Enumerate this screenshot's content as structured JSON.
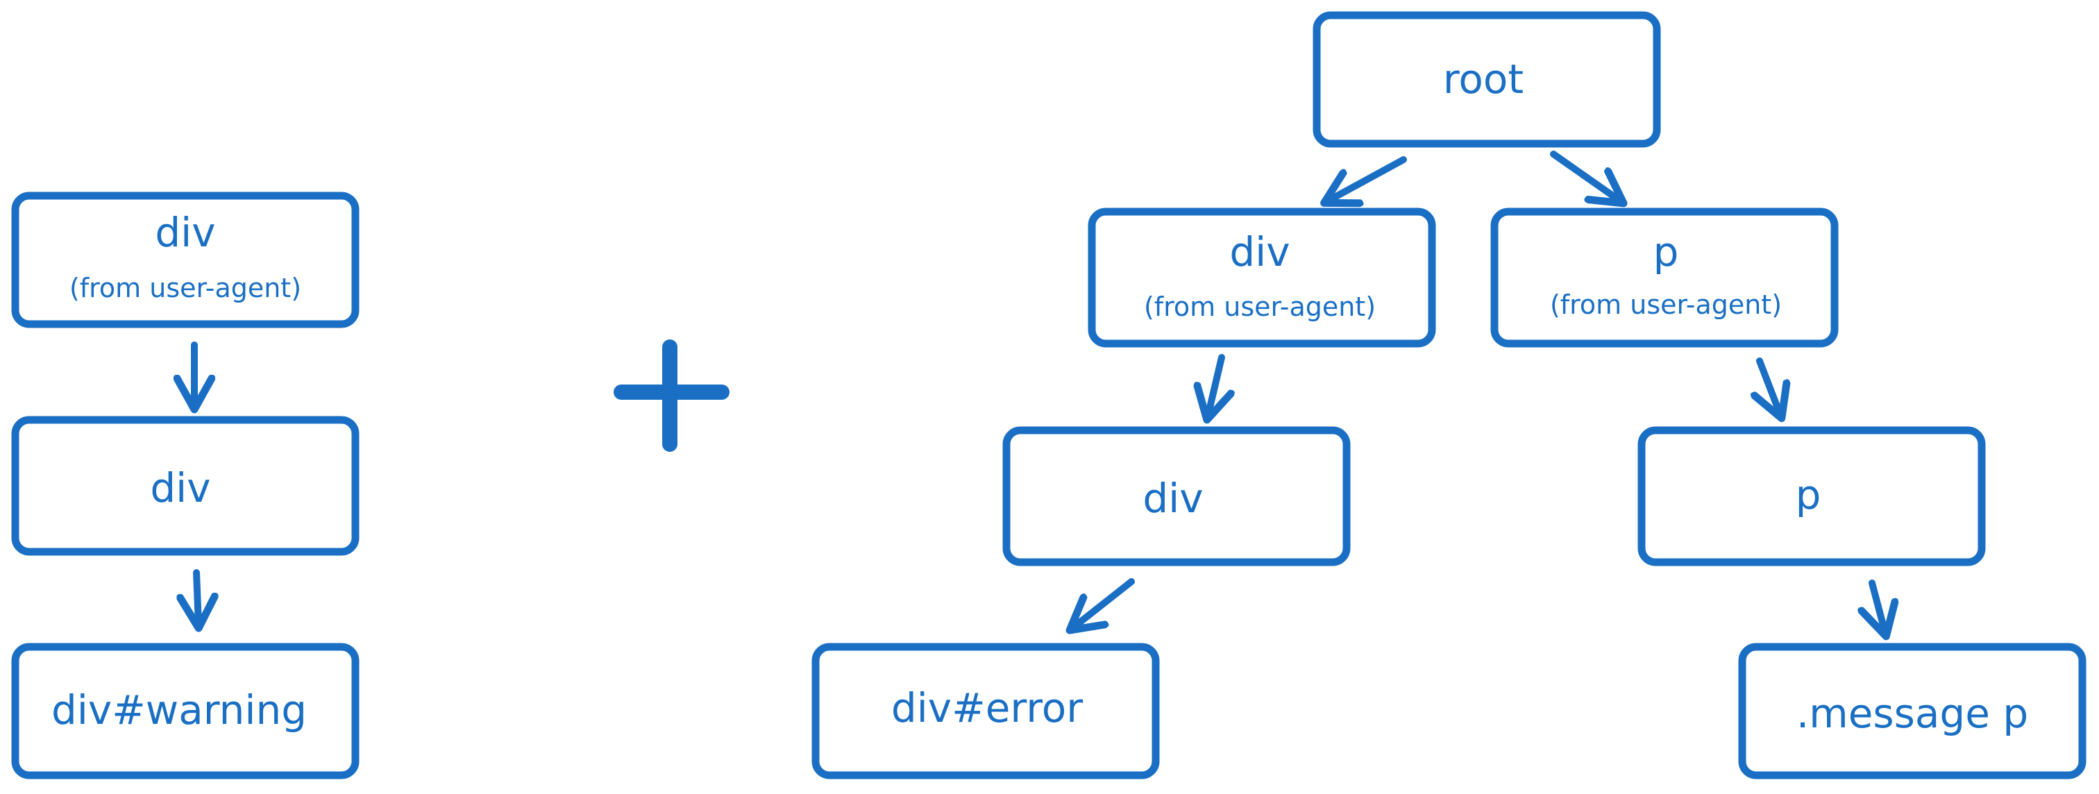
{
  "colors": {
    "stroke": "#1a6fc4",
    "background": "#ffffff"
  },
  "left_chain": {
    "node1": {
      "label": "div",
      "sublabel": "(from user-agent)"
    },
    "node2": {
      "label": "div"
    },
    "node3": {
      "label": "div#warning"
    }
  },
  "operator": {
    "symbol": "plus"
  },
  "tree": {
    "root": {
      "label": "root"
    },
    "div_ua": {
      "label": "div",
      "sublabel": "(from user-agent)"
    },
    "p_ua": {
      "label": "p",
      "sublabel": "(from user-agent)"
    },
    "div": {
      "label": "div"
    },
    "p": {
      "label": "p"
    },
    "div_error": {
      "label": "div#error"
    },
    "message_p": {
      "label": ".message p"
    }
  }
}
